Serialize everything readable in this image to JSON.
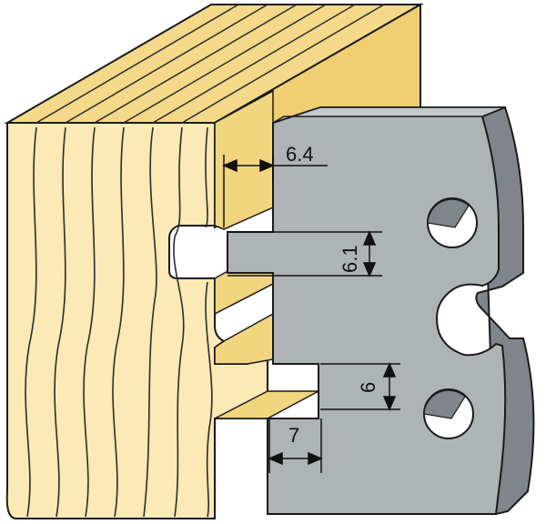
{
  "dimensions": [
    {
      "id": "dim-groove-depth",
      "label": "6.4"
    },
    {
      "id": "dim-tongue-height",
      "label": "6.1"
    },
    {
      "id": "dim-step-height",
      "label": "6"
    },
    {
      "id": "dim-step-width",
      "label": "7"
    }
  ],
  "colors": {
    "wood_face": "#FBE9B6",
    "wood_top": "#F4D98A",
    "wood_side": "#F0CF73",
    "grain": "#2b2b2b",
    "blade_face": "#AEB3B6",
    "blade_edge": "#7F858A",
    "blade_outline": "#1a1a1a",
    "dimension_line": "#111111"
  }
}
